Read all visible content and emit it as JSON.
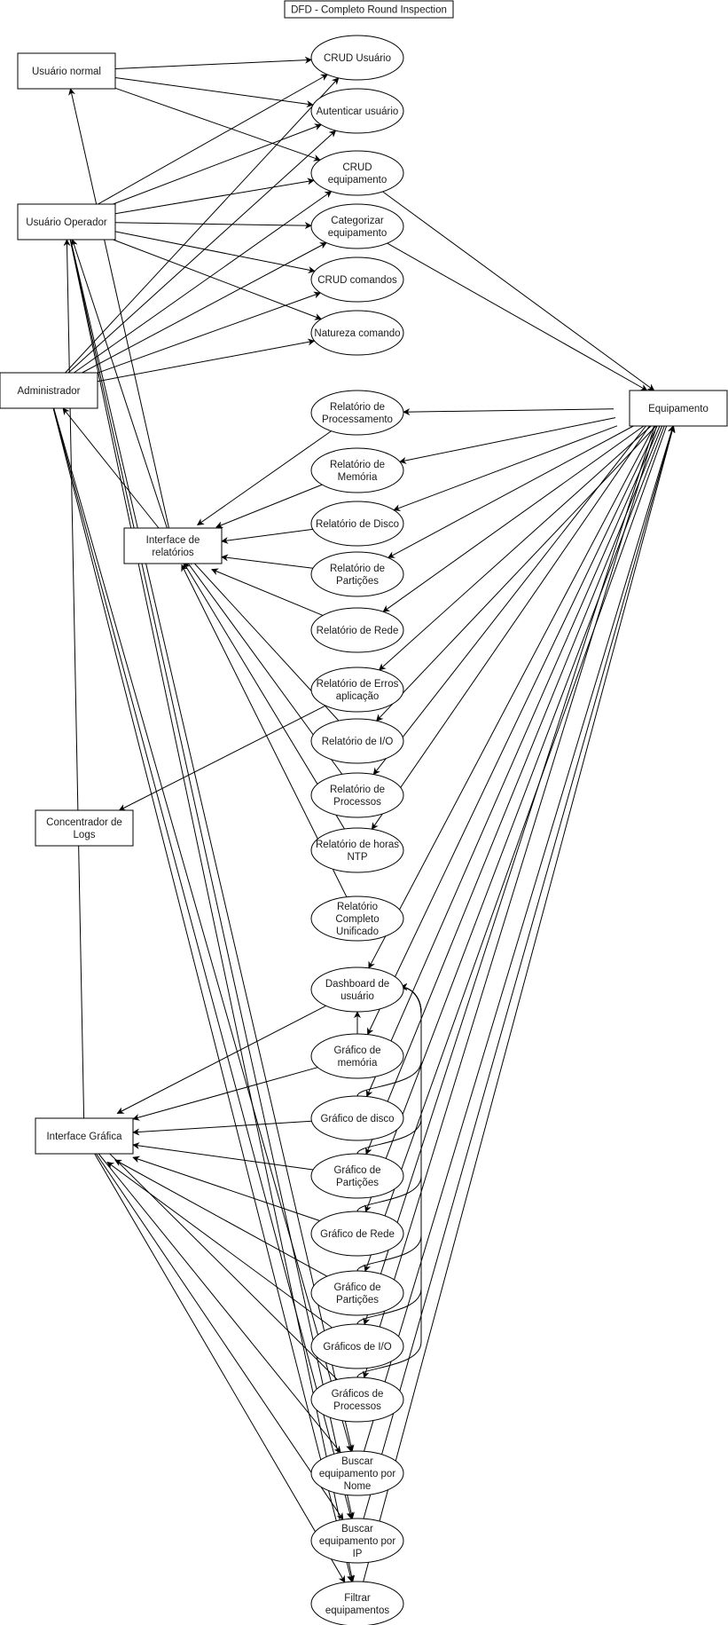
{
  "title": "DFD - Completo Round Inspection",
  "colors": {
    "stroke": "#000000",
    "fill": "#ffffff",
    "text": "#1a1a1a"
  },
  "entities": [
    {
      "id": "usuario_normal",
      "label": [
        "Usuário normal"
      ]
    },
    {
      "id": "usuario_operador",
      "label": [
        "Usuário Operador"
      ]
    },
    {
      "id": "administrador",
      "label": [
        "Administrador"
      ]
    },
    {
      "id": "interface_relatorios",
      "label": [
        "Interface de",
        "relatórios"
      ]
    },
    {
      "id": "concentrador_logs",
      "label": [
        "Concentrador de",
        "Logs"
      ]
    },
    {
      "id": "interface_grafica",
      "label": [
        "Interface Gráfica"
      ]
    },
    {
      "id": "equipamento",
      "label": [
        "Equipamento"
      ]
    }
  ],
  "processes": [
    {
      "id": "crud_usuario",
      "label": [
        "CRUD Usuário"
      ]
    },
    {
      "id": "autenticar_usuario",
      "label": [
        "Autenticar usuário"
      ]
    },
    {
      "id": "crud_equipamento",
      "label": [
        "CRUD",
        "equipamento"
      ]
    },
    {
      "id": "categorizar_equipamento",
      "label": [
        "Categorizar",
        "equipamento"
      ]
    },
    {
      "id": "crud_comandos",
      "label": [
        "CRUD comandos"
      ]
    },
    {
      "id": "natureza_comando",
      "label": [
        "Natureza comando"
      ]
    },
    {
      "id": "rel_processamento",
      "label": [
        "Relatório de",
        "Processamento"
      ]
    },
    {
      "id": "rel_memoria",
      "label": [
        "Relatório de",
        "Memória"
      ]
    },
    {
      "id": "rel_disco",
      "label": [
        "Relatório de Disco"
      ]
    },
    {
      "id": "rel_particoes",
      "label": [
        "Relatório de",
        "Partições"
      ]
    },
    {
      "id": "rel_rede",
      "label": [
        "Relatório de Rede"
      ]
    },
    {
      "id": "rel_erros",
      "label": [
        "Relatório de Erros",
        "aplicação"
      ]
    },
    {
      "id": "rel_io",
      "label": [
        "Relatório de I/O"
      ]
    },
    {
      "id": "rel_processos",
      "label": [
        "Relatório de",
        "Processos"
      ]
    },
    {
      "id": "rel_ntp",
      "label": [
        "Relatório de horas",
        "NTP"
      ]
    },
    {
      "id": "rel_completo",
      "label": [
        "Relatório",
        "Completo",
        "Unificado"
      ]
    },
    {
      "id": "dashboard",
      "label": [
        "Dashboard de",
        "usuário"
      ]
    },
    {
      "id": "graf_memoria",
      "label": [
        "Gráfico de",
        "memória"
      ]
    },
    {
      "id": "graf_disco",
      "label": [
        "Gráfico de disco"
      ]
    },
    {
      "id": "graf_particoes_1",
      "label": [
        "Gráfico de",
        "Partições"
      ]
    },
    {
      "id": "graf_rede",
      "label": [
        "Gráfico de Rede"
      ]
    },
    {
      "id": "graf_particoes_2",
      "label": [
        "Gráfico de",
        "Partições"
      ]
    },
    {
      "id": "graf_io",
      "label": [
        "Gráficos de I/O"
      ]
    },
    {
      "id": "graf_processos",
      "label": [
        "Gráficos de",
        "Processos"
      ]
    },
    {
      "id": "buscar_nome",
      "label": [
        "Buscar",
        "equipamento por",
        "Nome"
      ]
    },
    {
      "id": "buscar_ip",
      "label": [
        "Buscar",
        "equipamento por",
        "IP"
      ]
    },
    {
      "id": "filtrar",
      "label": [
        "Filtrar",
        "equipamentos"
      ]
    }
  ],
  "edges": [
    {
      "from": "usuario_normal",
      "to": "crud_usuario"
    },
    {
      "from": "usuario_normal",
      "to": "autenticar_usuario"
    },
    {
      "from": "usuario_normal",
      "to": "crud_equipamento"
    },
    {
      "from": "usuario_operador",
      "to": "crud_usuario"
    },
    {
      "from": "usuario_operador",
      "to": "autenticar_usuario"
    },
    {
      "from": "usuario_operador",
      "to": "crud_equipamento"
    },
    {
      "from": "usuario_operador",
      "to": "categorizar_equipamento"
    },
    {
      "from": "usuario_operador",
      "to": "crud_comandos"
    },
    {
      "from": "usuario_operador",
      "to": "natureza_comando"
    },
    {
      "from": "administrador",
      "to": "crud_usuario"
    },
    {
      "from": "administrador",
      "to": "autenticar_usuario"
    },
    {
      "from": "administrador",
      "to": "crud_equipamento"
    },
    {
      "from": "administrador",
      "to": "categorizar_equipamento"
    },
    {
      "from": "administrador",
      "to": "crud_comandos"
    },
    {
      "from": "administrador",
      "to": "natureza_comando"
    },
    {
      "from": "crud_equipamento",
      "to": "equipamento"
    },
    {
      "from": "categorizar_equipamento",
      "to": "equipamento"
    },
    {
      "from": "equipamento",
      "to": "rel_processamento"
    },
    {
      "from": "equipamento",
      "to": "rel_memoria"
    },
    {
      "from": "equipamento",
      "to": "rel_disco"
    },
    {
      "from": "equipamento",
      "to": "rel_particoes"
    },
    {
      "from": "equipamento",
      "to": "rel_rede"
    },
    {
      "from": "equipamento",
      "to": "rel_erros"
    },
    {
      "from": "equipamento",
      "to": "rel_io"
    },
    {
      "from": "equipamento",
      "to": "rel_processos"
    },
    {
      "from": "equipamento",
      "to": "rel_ntp"
    },
    {
      "from": "rel_processamento",
      "to": "interface_relatorios"
    },
    {
      "from": "rel_memoria",
      "to": "interface_relatorios"
    },
    {
      "from": "rel_disco",
      "to": "interface_relatorios"
    },
    {
      "from": "rel_particoes",
      "to": "interface_relatorios"
    },
    {
      "from": "rel_rede",
      "to": "interface_relatorios"
    },
    {
      "from": "rel_io",
      "to": "interface_relatorios"
    },
    {
      "from": "rel_processos",
      "to": "interface_relatorios"
    },
    {
      "from": "rel_ntp",
      "to": "interface_relatorios"
    },
    {
      "from": "rel_completo",
      "to": "interface_relatorios"
    },
    {
      "from": "rel_erros",
      "to": "concentrador_logs"
    },
    {
      "from": "interface_relatorios",
      "to": "administrador"
    },
    {
      "from": "interface_relatorios",
      "to": "usuario_operador"
    },
    {
      "from": "interface_relatorios",
      "to": "usuario_normal"
    },
    {
      "from": "equipamento",
      "to": "dashboard"
    },
    {
      "from": "equipamento",
      "to": "graf_memoria"
    },
    {
      "from": "equipamento",
      "to": "graf_disco"
    },
    {
      "from": "equipamento",
      "to": "graf_particoes_1"
    },
    {
      "from": "equipamento",
      "to": "graf_rede"
    },
    {
      "from": "equipamento",
      "to": "graf_particoes_2"
    },
    {
      "from": "equipamento",
      "to": "graf_io"
    },
    {
      "from": "equipamento",
      "to": "graf_processos"
    },
    {
      "from": "graf_memoria",
      "to": "dashboard"
    },
    {
      "from": "graf_disco",
      "to": "dashboard"
    },
    {
      "from": "graf_particoes_1",
      "to": "dashboard"
    },
    {
      "from": "graf_rede",
      "to": "dashboard"
    },
    {
      "from": "graf_particoes_2",
      "to": "dashboard"
    },
    {
      "from": "graf_io",
      "to": "dashboard"
    },
    {
      "from": "graf_processos",
      "to": "dashboard"
    },
    {
      "from": "dashboard",
      "to": "interface_grafica"
    },
    {
      "from": "graf_memoria",
      "to": "interface_grafica"
    },
    {
      "from": "graf_disco",
      "to": "interface_grafica"
    },
    {
      "from": "graf_particoes_1",
      "to": "interface_grafica"
    },
    {
      "from": "graf_rede",
      "to": "interface_grafica"
    },
    {
      "from": "graf_particoes_2",
      "to": "interface_grafica"
    },
    {
      "from": "graf_io",
      "to": "interface_grafica"
    },
    {
      "from": "graf_processos",
      "to": "interface_grafica"
    },
    {
      "from": "usuario_operador",
      "to": "buscar_nome"
    },
    {
      "from": "usuario_operador",
      "to": "buscar_ip"
    },
    {
      "from": "usuario_operador",
      "to": "filtrar"
    },
    {
      "from": "administrador",
      "to": "buscar_nome"
    },
    {
      "from": "administrador",
      "to": "buscar_ip"
    },
    {
      "from": "administrador",
      "to": "filtrar"
    },
    {
      "from": "interface_grafica",
      "to": "usuario_operador"
    },
    {
      "from": "interface_grafica",
      "to": "buscar_nome"
    },
    {
      "from": "interface_grafica",
      "to": "buscar_ip"
    },
    {
      "from": "interface_grafica",
      "to": "filtrar"
    },
    {
      "from": "buscar_nome",
      "to": "equipamento"
    },
    {
      "from": "buscar_ip",
      "to": "equipamento"
    },
    {
      "from": "filtrar",
      "to": "equipamento"
    }
  ]
}
